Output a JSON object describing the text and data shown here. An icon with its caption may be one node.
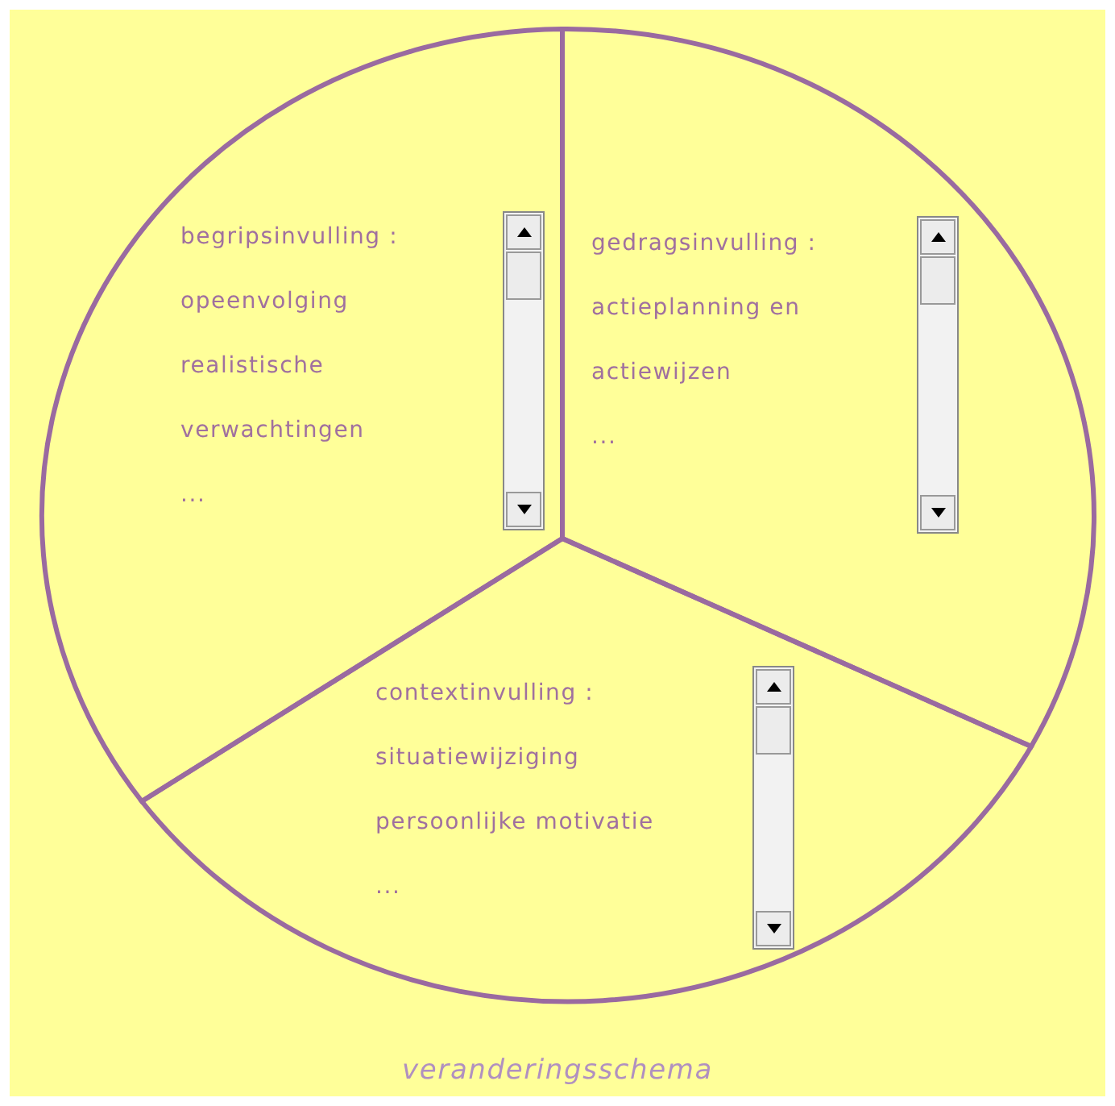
{
  "diagram": {
    "caption": "veranderingsschema",
    "nodes": [
      {
        "text": [
          "begripsinvulling :",
          "opeenvolging",
          "realistische",
          "verwachtingen",
          "..."
        ]
      },
      {
        "text": [
          "gedragsinvulling :",
          "actieplanning en",
          "actiewijzen",
          "..."
        ]
      },
      {
        "text": [
          "contextinvulling :",
          "situatiewijziging",
          "persoonlijke motivatie",
          "..."
        ]
      }
    ],
    "edges": []
  }
}
